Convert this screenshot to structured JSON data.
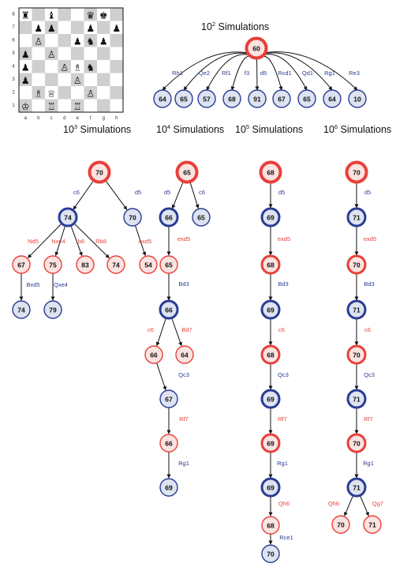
{
  "colors": {
    "red": "#e8403a",
    "blue": "#2a3c94",
    "red_fill": "#fbe3e1",
    "blue_fill": "#dde3f0",
    "dark_square": "#cfcfcf"
  },
  "board": {
    "files": [
      "a",
      "b",
      "c",
      "d",
      "e",
      "f",
      "g",
      "h"
    ],
    "ranks": [
      "8",
      "7",
      "6",
      "5",
      "4",
      "3",
      "2",
      "1"
    ],
    "pieces": [
      {
        "sq": "a8",
        "glyph": "♜"
      },
      {
        "sq": "c8",
        "glyph": "♝"
      },
      {
        "sq": "f8",
        "glyph": "♛"
      },
      {
        "sq": "g8",
        "glyph": "♚"
      },
      {
        "sq": "b7",
        "glyph": "♟"
      },
      {
        "sq": "c7",
        "glyph": "♟"
      },
      {
        "sq": "f7",
        "glyph": "♟"
      },
      {
        "sq": "h7",
        "glyph": "♟"
      },
      {
        "sq": "b6",
        "glyph": "♙"
      },
      {
        "sq": "e6",
        "glyph": "♟"
      },
      {
        "sq": "f6",
        "glyph": "♞"
      },
      {
        "sq": "g6",
        "glyph": "♟"
      },
      {
        "sq": "a5",
        "glyph": "♟"
      },
      {
        "sq": "c5",
        "glyph": "♙"
      },
      {
        "sq": "a4",
        "glyph": "♟"
      },
      {
        "sq": "d4",
        "glyph": "♙"
      },
      {
        "sq": "e4",
        "glyph": "♗"
      },
      {
        "sq": "f4",
        "glyph": "♞"
      },
      {
        "sq": "a3",
        "glyph": "♟"
      },
      {
        "sq": "e3",
        "glyph": "♙"
      },
      {
        "sq": "b2",
        "glyph": "♗"
      },
      {
        "sq": "c2",
        "glyph": "♕"
      },
      {
        "sq": "f2",
        "glyph": "♙"
      },
      {
        "sq": "a1",
        "glyph": "♔"
      },
      {
        "sq": "c1",
        "glyph": "♖"
      },
      {
        "sq": "e1",
        "glyph": "♖"
      }
    ]
  },
  "trees": [
    {
      "title_base": "10",
      "title_exp": "2",
      "title_rest": " Simulations",
      "nodes": [
        {
          "id": "r",
          "v": "60",
          "c": "red",
          "root": true
        },
        {
          "id": "a",
          "v": "64",
          "c": "blue"
        },
        {
          "id": "b",
          "v": "65",
          "c": "blue"
        },
        {
          "id": "c",
          "v": "57",
          "c": "blue"
        },
        {
          "id": "d",
          "v": "68",
          "c": "blue"
        },
        {
          "id": "e",
          "v": "91",
          "c": "blue"
        },
        {
          "id": "f",
          "v": "67",
          "c": "blue"
        },
        {
          "id": "g",
          "v": "65",
          "c": "blue"
        },
        {
          "id": "h",
          "v": "64",
          "c": "blue"
        },
        {
          "id": "i",
          "v": "10",
          "c": "blue"
        }
      ],
      "edges": [
        {
          "from": "r",
          "to": "a",
          "m": "Rh1"
        },
        {
          "from": "r",
          "to": "b",
          "m": "Qe2"
        },
        {
          "from": "r",
          "to": "c",
          "m": "Rf1"
        },
        {
          "from": "r",
          "to": "d",
          "m": "f3"
        },
        {
          "from": "r",
          "to": "e",
          "m": "d5"
        },
        {
          "from": "r",
          "to": "f",
          "m": "Rcd1"
        },
        {
          "from": "r",
          "to": "g",
          "m": "Qd1"
        },
        {
          "from": "r",
          "to": "h",
          "m": "Rg1"
        },
        {
          "from": "r",
          "to": "i",
          "m": "Re3"
        }
      ]
    },
    {
      "title_base": "10",
      "title_exp": "3",
      "title_rest": " Simulations",
      "nodes": [
        {
          "id": "r",
          "v": "70",
          "c": "red",
          "root": true
        },
        {
          "id": "a",
          "v": "74",
          "c": "blue",
          "bold": true
        },
        {
          "id": "b",
          "v": "70",
          "c": "blue"
        },
        {
          "id": "c",
          "v": "67",
          "c": "red"
        },
        {
          "id": "d",
          "v": "75",
          "c": "red"
        },
        {
          "id": "e",
          "v": "83",
          "c": "red"
        },
        {
          "id": "f",
          "v": "74",
          "c": "red"
        },
        {
          "id": "g",
          "v": "54",
          "c": "red"
        },
        {
          "id": "h",
          "v": "74",
          "c": "blue"
        },
        {
          "id": "i",
          "v": "79",
          "c": "blue"
        }
      ],
      "edges": [
        {
          "from": "r",
          "to": "a",
          "m": "c6"
        },
        {
          "from": "r",
          "to": "b",
          "m": "d5"
        },
        {
          "from": "a",
          "to": "c",
          "m": "Nd5"
        },
        {
          "from": "a",
          "to": "d",
          "m": "Nxe4"
        },
        {
          "from": "a",
          "to": "e",
          "m": "b6"
        },
        {
          "from": "a",
          "to": "f",
          "m": "Rb8"
        },
        {
          "from": "b",
          "to": "g",
          "m": "exd5"
        },
        {
          "from": "c",
          "to": "h",
          "m": "Bxd5"
        },
        {
          "from": "d",
          "to": "i",
          "m": "Qxe4"
        }
      ]
    },
    {
      "title_base": "10",
      "title_exp": "4",
      "title_rest": " Simulations",
      "nodes": [
        {
          "id": "r",
          "v": "65",
          "c": "red",
          "root": true
        },
        {
          "id": "a",
          "v": "66",
          "c": "blue",
          "bold": true
        },
        {
          "id": "b",
          "v": "65",
          "c": "blue"
        },
        {
          "id": "c",
          "v": "65",
          "c": "red"
        },
        {
          "id": "d",
          "v": "66",
          "c": "blue",
          "bold": true
        },
        {
          "id": "e",
          "v": "66",
          "c": "red"
        },
        {
          "id": "f",
          "v": "64",
          "c": "red"
        },
        {
          "id": "g",
          "v": "67",
          "c": "blue"
        },
        {
          "id": "h",
          "v": "66",
          "c": "red"
        },
        {
          "id": "i",
          "v": "69",
          "c": "blue"
        }
      ],
      "edges": [
        {
          "from": "r",
          "to": "a",
          "m": "d5"
        },
        {
          "from": "r",
          "to": "b",
          "m": "c6"
        },
        {
          "from": "a",
          "to": "c",
          "m": "exd5"
        },
        {
          "from": "c",
          "to": "d",
          "m": "Bd3"
        },
        {
          "from": "d",
          "to": "e",
          "m": "c6"
        },
        {
          "from": "d",
          "to": "f",
          "m": "Bd7"
        },
        {
          "from": "e",
          "to": "g",
          "m": "Qc3"
        },
        {
          "from": "g",
          "to": "h",
          "m": "Rf7"
        },
        {
          "from": "h",
          "to": "i",
          "m": "Rg1"
        }
      ]
    },
    {
      "title_base": "10",
      "title_exp": "5",
      "title_rest": " Simulations",
      "nodes": [
        {
          "id": "r",
          "v": "68",
          "c": "red",
          "root": true
        },
        {
          "id": "a",
          "v": "69",
          "c": "blue",
          "bold": true
        },
        {
          "id": "b",
          "v": "68",
          "c": "red",
          "bold": true
        },
        {
          "id": "c",
          "v": "69",
          "c": "blue",
          "bold": true
        },
        {
          "id": "d",
          "v": "68",
          "c": "red",
          "bold": true
        },
        {
          "id": "e",
          "v": "69",
          "c": "blue",
          "bold": true
        },
        {
          "id": "f",
          "v": "69",
          "c": "red",
          "bold": true
        },
        {
          "id": "g",
          "v": "69",
          "c": "blue",
          "bold": true
        },
        {
          "id": "h",
          "v": "68",
          "c": "red"
        },
        {
          "id": "i",
          "v": "70",
          "c": "blue"
        }
      ],
      "edges": [
        {
          "from": "r",
          "to": "a",
          "m": "d5"
        },
        {
          "from": "a",
          "to": "b",
          "m": "exd5"
        },
        {
          "from": "b",
          "to": "c",
          "m": "Bd3"
        },
        {
          "from": "c",
          "to": "d",
          "m": "c6"
        },
        {
          "from": "d",
          "to": "e",
          "m": "Qc3"
        },
        {
          "from": "e",
          "to": "f",
          "m": "Rf7"
        },
        {
          "from": "f",
          "to": "g",
          "m": "Rg1"
        },
        {
          "from": "g",
          "to": "h",
          "m": "Qh6"
        },
        {
          "from": "h",
          "to": "i",
          "m": "Rce1"
        }
      ]
    },
    {
      "title_base": "10",
      "title_exp": "6",
      "title_rest": " Simulations",
      "nodes": [
        {
          "id": "r",
          "v": "70",
          "c": "red",
          "root": true
        },
        {
          "id": "a",
          "v": "71",
          "c": "blue",
          "bold": true
        },
        {
          "id": "b",
          "v": "70",
          "c": "red",
          "bold": true
        },
        {
          "id": "c",
          "v": "71",
          "c": "blue",
          "bold": true
        },
        {
          "id": "d",
          "v": "70",
          "c": "red",
          "bold": true
        },
        {
          "id": "e",
          "v": "71",
          "c": "blue",
          "bold": true
        },
        {
          "id": "f",
          "v": "70",
          "c": "red",
          "bold": true
        },
        {
          "id": "g",
          "v": "71",
          "c": "blue",
          "bold": true
        },
        {
          "id": "h",
          "v": "70",
          "c": "red"
        },
        {
          "id": "i",
          "v": "71",
          "c": "red"
        }
      ],
      "edges": [
        {
          "from": "r",
          "to": "a",
          "m": "d5"
        },
        {
          "from": "a",
          "to": "b",
          "m": "exd5"
        },
        {
          "from": "b",
          "to": "c",
          "m": "Bd3"
        },
        {
          "from": "c",
          "to": "d",
          "m": "c6"
        },
        {
          "from": "d",
          "to": "e",
          "m": "Qc3"
        },
        {
          "from": "e",
          "to": "f",
          "m": "Rf7"
        },
        {
          "from": "f",
          "to": "g",
          "m": "Rg1"
        },
        {
          "from": "g",
          "to": "h",
          "m": "Qh6"
        },
        {
          "from": "g",
          "to": "i",
          "m": "Qg7"
        }
      ]
    }
  ]
}
